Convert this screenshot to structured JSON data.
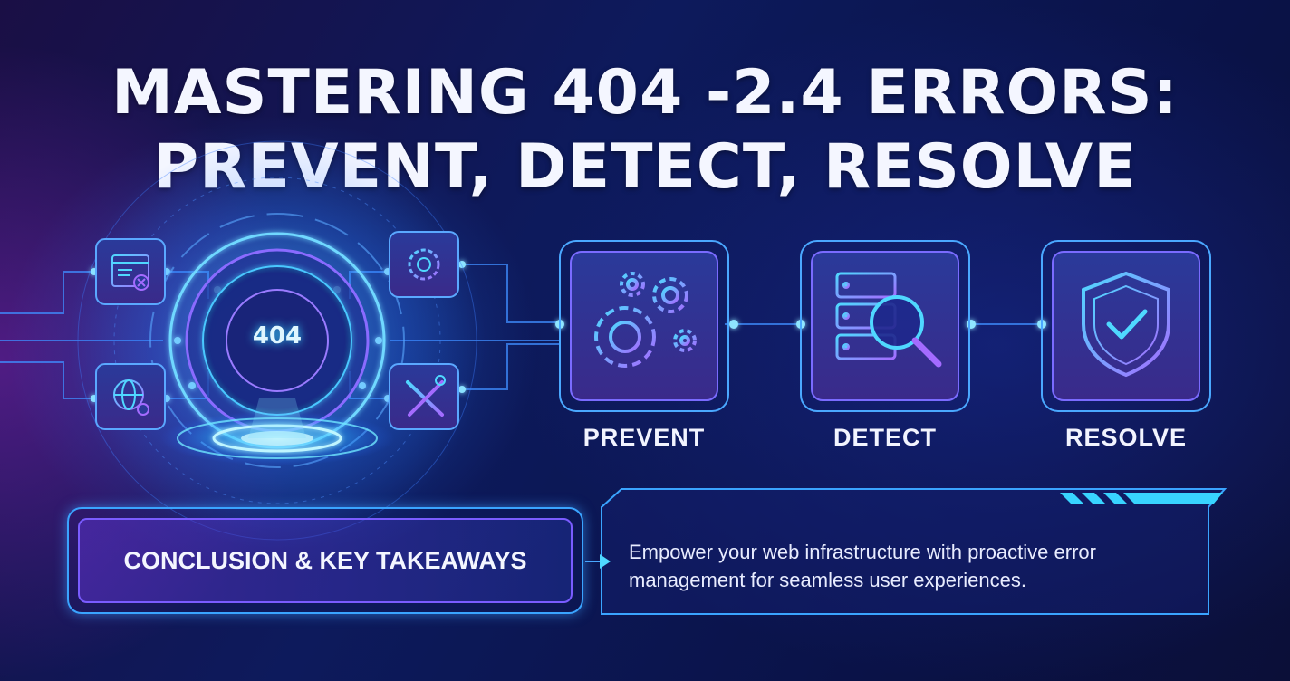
{
  "title": {
    "line1": "MASTERING 404 -2.4 ERRORS:",
    "line2": "PREVENT, DETECT, RESOLVE"
  },
  "hub": {
    "code": "404",
    "icons": [
      "browser-error-icon",
      "settings-gear-icon",
      "globe-search-icon",
      "tools-icon"
    ]
  },
  "steps": [
    {
      "label": "PREVENT",
      "icon": "gears-icon"
    },
    {
      "label": "DETECT",
      "icon": "server-magnifier-icon"
    },
    {
      "label": "RESOLVE",
      "icon": "shield-check-icon"
    }
  ],
  "conclusion": {
    "heading": "CONCLUSION & KEY TAKEAWAYS",
    "line1": "Empower your web infrastructure with proactive error",
    "line2": "management for seamless user experiences."
  },
  "colors": {
    "accent_cyan": "#38d4ff",
    "accent_purple": "#8a5cff",
    "background": "#0d1a5c"
  }
}
